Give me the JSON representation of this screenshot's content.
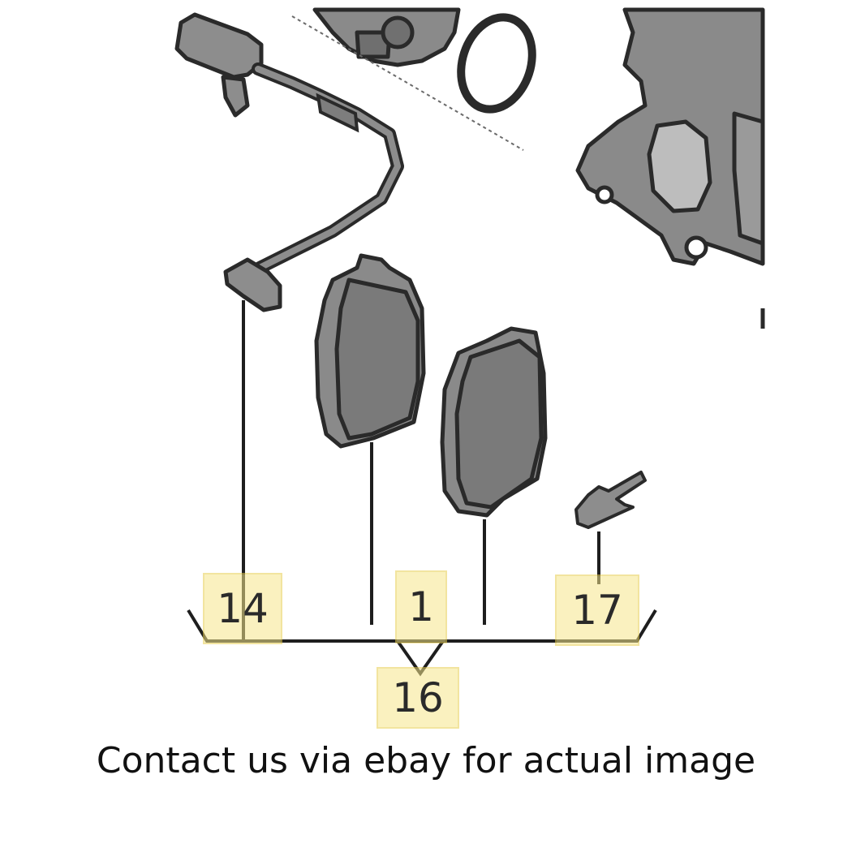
{
  "diagram": {
    "callouts": [
      {
        "id": "14",
        "label": "14"
      },
      {
        "id": "1",
        "label": "1"
      },
      {
        "id": "17",
        "label": "17"
      },
      {
        "id": "16",
        "label": "16"
      }
    ],
    "highlight_color": "#f6e68c",
    "line_color": "#1e1e1e",
    "part_fill": "#7f7f7f",
    "part_stroke": "#2a2a2a"
  },
  "caption": "Contact us via ebay for actual image"
}
